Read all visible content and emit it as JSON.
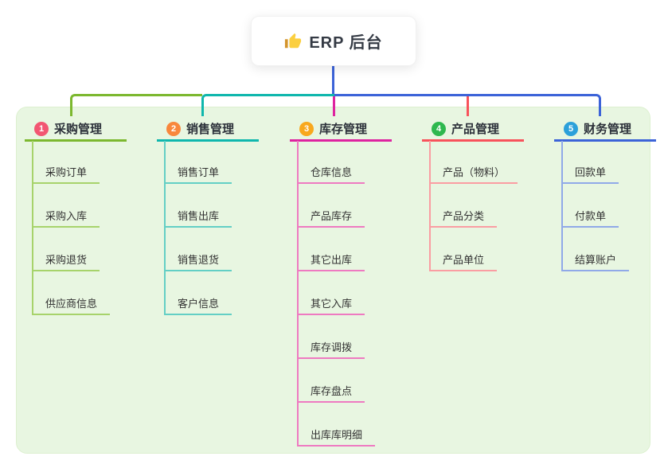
{
  "root": {
    "label": "ERP 后台",
    "icon": "thumbs-up-icon"
  },
  "branches": [
    {
      "num": "1",
      "title": "采购管理",
      "badge_color": "#f25672",
      "line_color": "#7cb82f",
      "child_line_color": "#a7d36b",
      "children": [
        "采购订单",
        "采购入库",
        "采购退货",
        "供应商信息"
      ]
    },
    {
      "num": "2",
      "title": "销售管理",
      "badge_color": "#f8873c",
      "line_color": "#0fb7ad",
      "child_line_color": "#63cfc5",
      "children": [
        "销售订单",
        "销售出库",
        "销售退货",
        "客户信息"
      ]
    },
    {
      "num": "3",
      "title": "库存管理",
      "badge_color": "#f8a81e",
      "line_color": "#de23a0",
      "child_line_color": "#ee7ac1",
      "children": [
        "仓库信息",
        "产品库存",
        "其它出库",
        "其它入库",
        "库存调拨",
        "库存盘点",
        "出库库明细"
      ]
    },
    {
      "num": "4",
      "title": "产品管理",
      "badge_color": "#2eb84e",
      "line_color": "#f8525b",
      "child_line_color": "#fa9da2",
      "children": [
        "产品（物料）",
        "产品分类",
        "产品单位"
      ]
    },
    {
      "num": "5",
      "title": "财务管理",
      "badge_color": "#2ba0da",
      "line_color": "#3c63d8",
      "child_line_color": "#90a9e8",
      "children": [
        "回款单",
        "付款单",
        "结算账户"
      ]
    }
  ],
  "colors": {
    "panel_bg": "#e8f6e1",
    "trunk_line": "#3c63d8",
    "root_text": "#353b45",
    "node_text": "#333333"
  }
}
